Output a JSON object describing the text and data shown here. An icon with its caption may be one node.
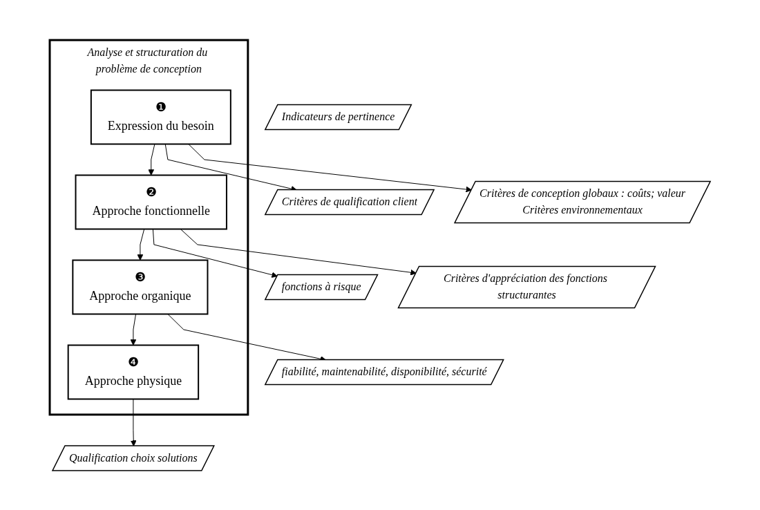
{
  "diagram": {
    "nodes": [
      {
        "text": [
          "Analyse et structuration du problème de conception"
        ]
      },
      {
        "text": [
          "❶",
          "Expression du besoin"
        ],
        "in": 0
      },
      {
        "text": [
          "❷",
          "Approche fonctionnelle"
        ],
        "in": 0
      },
      {
        "text": [
          "❸",
          "Approche organique"
        ],
        "in": 0
      },
      {
        "text": [
          "❹",
          "Approche physique"
        ],
        "in": 0
      },
      {
        "text": [
          "Indicateurs de pertinence"
        ]
      },
      {
        "text": [
          "Critères de qualification client"
        ]
      },
      {
        "text": [
          "Critères de conception globaux : coûts; valeur",
          "Critères environnementaux"
        ]
      },
      {
        "text": [
          "Critères d'appréciation des fonctions structurantes"
        ]
      },
      {
        "text": [
          "fonctions à risque"
        ]
      },
      {
        "text": [
          "fiabilité, maintenabilité, disponibilité, sécurité"
        ]
      },
      {
        "text": [
          "Qualification choix solutions"
        ]
      }
    ],
    "edges": [
      {
        "from": 1,
        "to": 2,
        "arrow": "to"
      },
      {
        "from": 2,
        "to": 3,
        "arrow": "to"
      },
      {
        "from": 3,
        "to": 4,
        "arrow": "to"
      },
      {
        "from": 1,
        "to": 6,
        "arrow": "to"
      },
      {
        "from": 1,
        "to": 7,
        "arrow": "to"
      },
      {
        "from": 2,
        "to": 8,
        "arrow": "to"
      },
      {
        "from": 2,
        "to": 9,
        "arrow": "to"
      },
      {
        "from": 3,
        "to": 10,
        "arrow": "to"
      },
      {
        "from": 4,
        "to": 11,
        "arrow": "to"
      }
    ]
  }
}
